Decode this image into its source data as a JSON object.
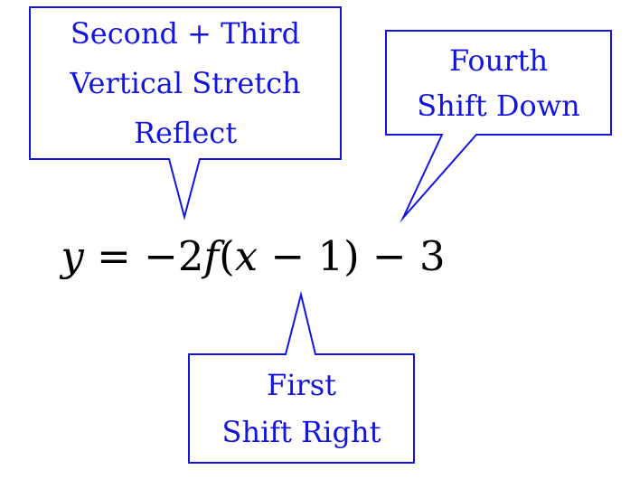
{
  "figure": {
    "background": "#ffffff",
    "accent_color": "#1414e0",
    "equation_color": "#000000",
    "equation": {
      "full_text": "y = −2f(x − 1) − 3",
      "parts": [
        "y",
        " = −2",
        "f",
        "(",
        "x",
        " − 1) − 3"
      ]
    },
    "callouts": [
      {
        "id": "stretch-reflect",
        "lines": [
          "Second + Third",
          "Vertical Stretch",
          "Reflect"
        ]
      },
      {
        "id": "shift-down",
        "lines": [
          "Fourth",
          "Shift Down"
        ]
      },
      {
        "id": "shift-right",
        "lines": [
          "First",
          "Shift Right"
        ]
      }
    ]
  }
}
